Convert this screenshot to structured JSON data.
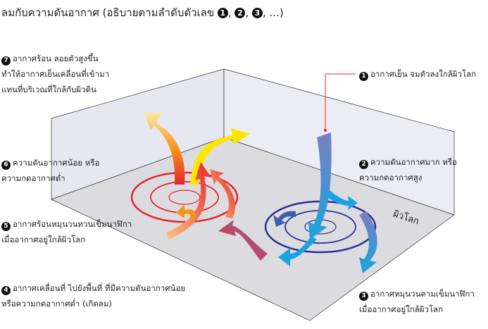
{
  "title": {
    "text": "ลมกับความดันอากาศ (อธิบายตามลำดับตัวเลข",
    "n1": "1",
    "n2": "2",
    "n3": "3",
    "tail": ", ...)",
    "sep": ","
  },
  "labels": [
    {
      "num": "1",
      "lines": [
        "อากาศเย็น จมตัวลงใกล้ผิวโลก"
      ]
    },
    {
      "num": "2",
      "lines": [
        "ความดันอากาศมาก หรือ",
        "ความกดอากาศสูง"
      ]
    },
    {
      "num": "3",
      "lines": [
        "อากาศหมุนวนตามเข็มนาฬิกา",
        "เมื่ออากาศอยู่ใกล้ผิวโลก"
      ]
    },
    {
      "num": "4",
      "lines": [
        "อากาศเคลื่อนที่ ไปยังพื้นที่ ที่มีความดันอากาศน้อย",
        "หรือความกดอากาศต่ำ (เกิดลม)"
      ]
    },
    {
      "num": "5",
      "lines": [
        "อากาศร้อนหมุนวนทวนเข็มนาฬิกา",
        "เมื่ออากาศอยู่ใกล้ผิวโลก"
      ]
    },
    {
      "num": "6",
      "lines": [
        "ความดันอากาศน้อย หรือ",
        "ความกดอากาศต่ำ"
      ]
    },
    {
      "num": "7",
      "lines": [
        "อากาศร้อน ลอยตัวสูงขึ้น",
        "ทำให้อากาศเย็นเคลื่อนที่เข้ามา",
        "แทนที่บริเวณที่ใกล้กับผิวดิน"
      ]
    }
  ],
  "earth_label": "ผิวโลก",
  "colors": {
    "low": "#e8242a",
    "high": "#2b2f8f",
    "cold": "#1aa3e0",
    "hot": "#f7931e"
  }
}
